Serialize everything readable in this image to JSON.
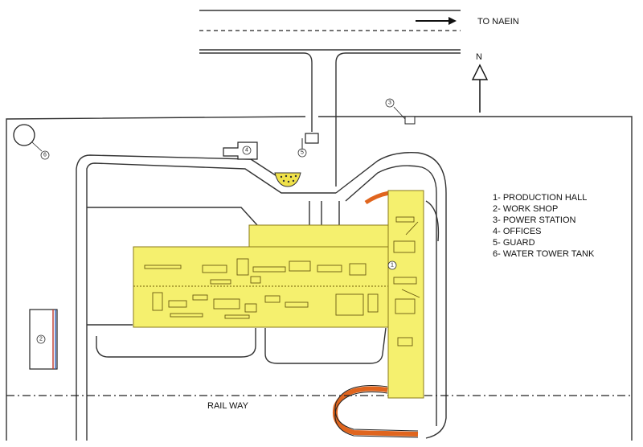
{
  "map": {
    "direction_label": "TO NAEIN",
    "north_label": "N",
    "rail_label": "RAIL WAY",
    "legend": [
      "1- PRODUCTION HALL",
      "2- WORK SHOP",
      "3- POWER STATION",
      "4- OFFICES",
      "5- GUARD",
      "6- WATER TOWER TANK"
    ],
    "markers": {
      "production_hall": "1",
      "work_shop": "2",
      "power_station": "3",
      "offices": "4",
      "guard": "5",
      "water_tower": "6"
    },
    "colors": {
      "building_fill": "#f5f06e",
      "building_stroke": "#8a7a1a",
      "rail_loop": "#e0651e",
      "workshop_stripe_red": "#c0392b",
      "workshop_stripe_blue": "#2e5cb8",
      "lines": "#333333"
    }
  }
}
